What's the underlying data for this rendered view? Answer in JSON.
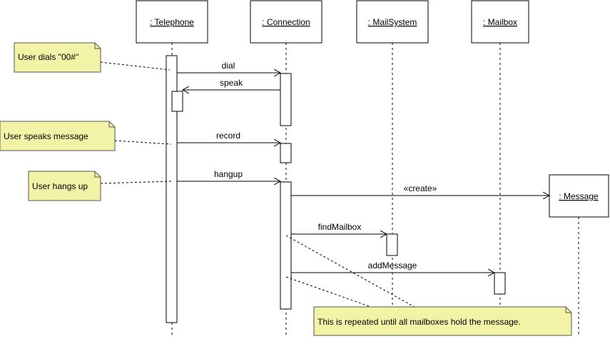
{
  "objects": [
    {
      "label": ": Telephone"
    },
    {
      "label": ": Connection"
    },
    {
      "label": ": MailSystem"
    },
    {
      "label": ": Mailbox"
    },
    {
      "label": ": Message"
    }
  ],
  "messages": [
    {
      "label": "dial"
    },
    {
      "label": "speak"
    },
    {
      "label": "record"
    },
    {
      "label": "hangup"
    },
    {
      "label": "«create»"
    },
    {
      "label": "findMailbox"
    },
    {
      "label": "addMessage"
    }
  ],
  "notes": [
    {
      "text": "User dials \"00#\""
    },
    {
      "text": "User speaks message"
    },
    {
      "text": "User hangs up"
    },
    {
      "text": "This is repeated until all mailboxes hold the message."
    }
  ],
  "colors": {
    "note_fill": "#f3f3a8",
    "note_border": "#555555",
    "line": "#000000"
  }
}
